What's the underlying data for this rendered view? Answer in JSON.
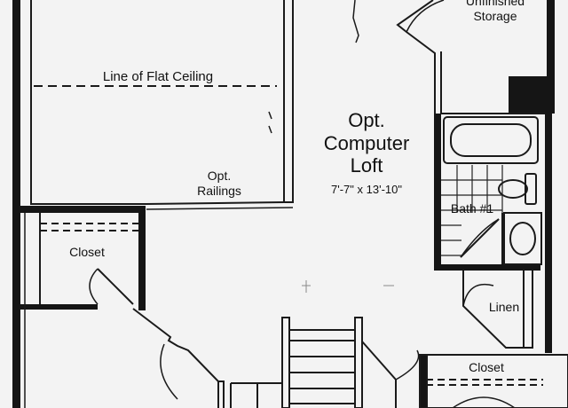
{
  "plan": {
    "rooms": {
      "storage_line1": "Unfinished",
      "storage_line2": "Storage",
      "loft_line1": "Opt.",
      "loft_line2": "Computer",
      "loft_line3": "Loft",
      "loft_dimensions": "7'-7\" x 13'-10\"",
      "bath": "Bath #1",
      "linen": "Linen",
      "closet_left": "Closet",
      "closet_right": "Closet"
    },
    "notes": {
      "flat_ceiling": "Line of Flat Ceiling",
      "railings_line1": "Opt.",
      "railings_line2": "Railings"
    }
  }
}
